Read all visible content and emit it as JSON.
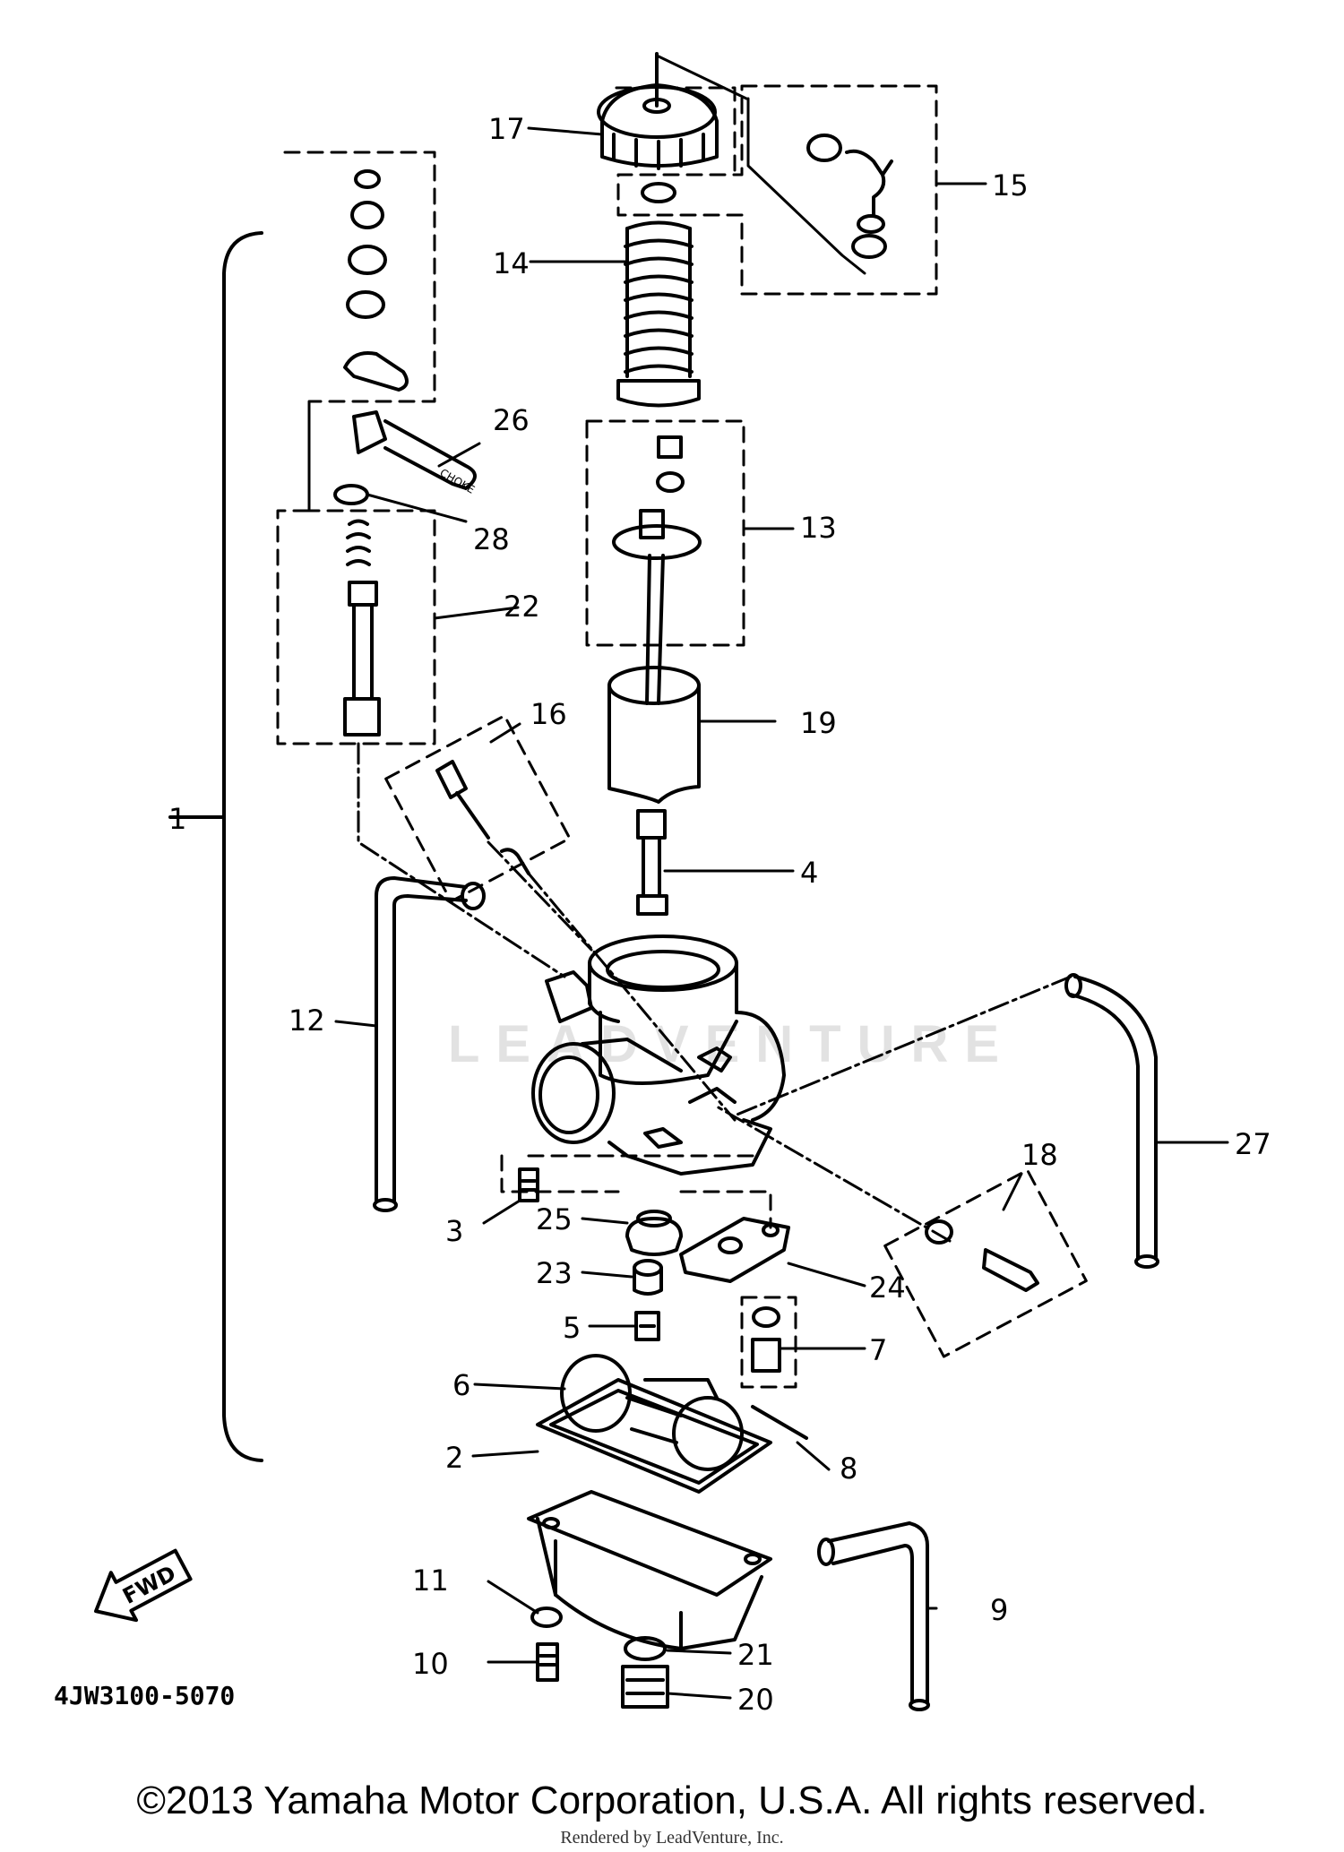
{
  "diagram": {
    "part_code": "4JW3100-5070",
    "fwd_label": "FWD",
    "watermark": "LEADVENTURE",
    "callouts": {
      "c1": "1",
      "c2": "2",
      "c3": "3",
      "c4": "4",
      "c5": "5",
      "c6": "6",
      "c7": "7",
      "c8": "8",
      "c9": "9",
      "c10": "10",
      "c11": "11",
      "c12": "12",
      "c13": "13",
      "c14": "14",
      "c15": "15",
      "c16": "16",
      "c17": "17",
      "c18": "18",
      "c19": "19",
      "c20": "20",
      "c21": "21",
      "c22": "22",
      "c23": "23",
      "c24": "24",
      "c25": "25",
      "c26": "26",
      "c27": "27",
      "c28": "28"
    }
  },
  "footer": {
    "copyright": "©2013 Yamaha Motor Corporation, U.S.A. All rights reserved.",
    "rendered_by": "Rendered by LeadVenture, Inc."
  }
}
